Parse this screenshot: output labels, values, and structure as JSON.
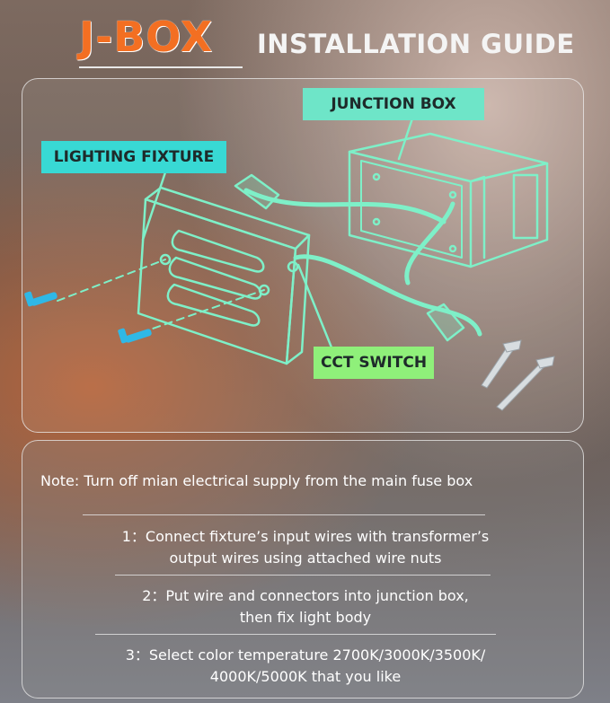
{
  "header": {
    "brand": "J-BOX",
    "title": "INSTALLATION GUIDE"
  },
  "diagram": {
    "labels": {
      "junction_box": "JUNCTION BOX",
      "lighting_fixture": "LIGHTING FIXTURE",
      "cct_switch": "CCT SWITCH"
    },
    "colors": {
      "line": "#7ef0c8",
      "junction_tag": "#6ee5c8",
      "lighting_tag": "#38d9d4",
      "cct_tag": "#8ff07a",
      "screw": "#2fb8e6"
    }
  },
  "instructions": {
    "note": "Note: Turn off mian electrical supply from the main fuse box",
    "steps": [
      {
        "line1": "1：Connect fixture’s input wires with transformer’s",
        "line2": "output wires using attached wire nuts"
      },
      {
        "line1": "2：Put wire and connectors into junction box,",
        "line2": "then fix light body"
      },
      {
        "line1": "3：Select color temperature 2700K/3000K/3500K/",
        "line2": "4000K/5000K that you like"
      }
    ]
  }
}
